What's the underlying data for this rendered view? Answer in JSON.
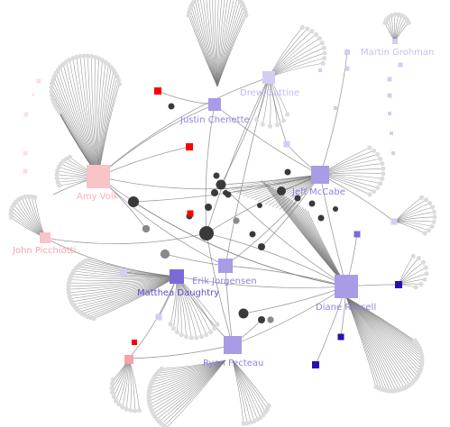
{
  "graph": {
    "labels": {
      "amy": "Amy Volk",
      "john": "John Picchiotti",
      "drew": "Drew Gattine",
      "justin": "Justin Chenette",
      "jeff": "Jeff McCabe",
      "erik": "Erik Jorgensen",
      "matthea": "Matthea Daughtry",
      "diane": "Diane Russell",
      "ryan": "Ryan Fecteau",
      "martin": "Martin Grohman"
    },
    "colors": {
      "leaf": "#dcdcdc",
      "edge": "#7a7a7a",
      "hub_dark": "#3a3a3a",
      "pink": "#f7c4c7",
      "red": "#ff0000",
      "lavender": "#a99be6",
      "light_lavender": "#d4ccf3",
      "dark_blue": "#2a0fb5",
      "mid_purple": "#7a6ad8"
    }
  }
}
